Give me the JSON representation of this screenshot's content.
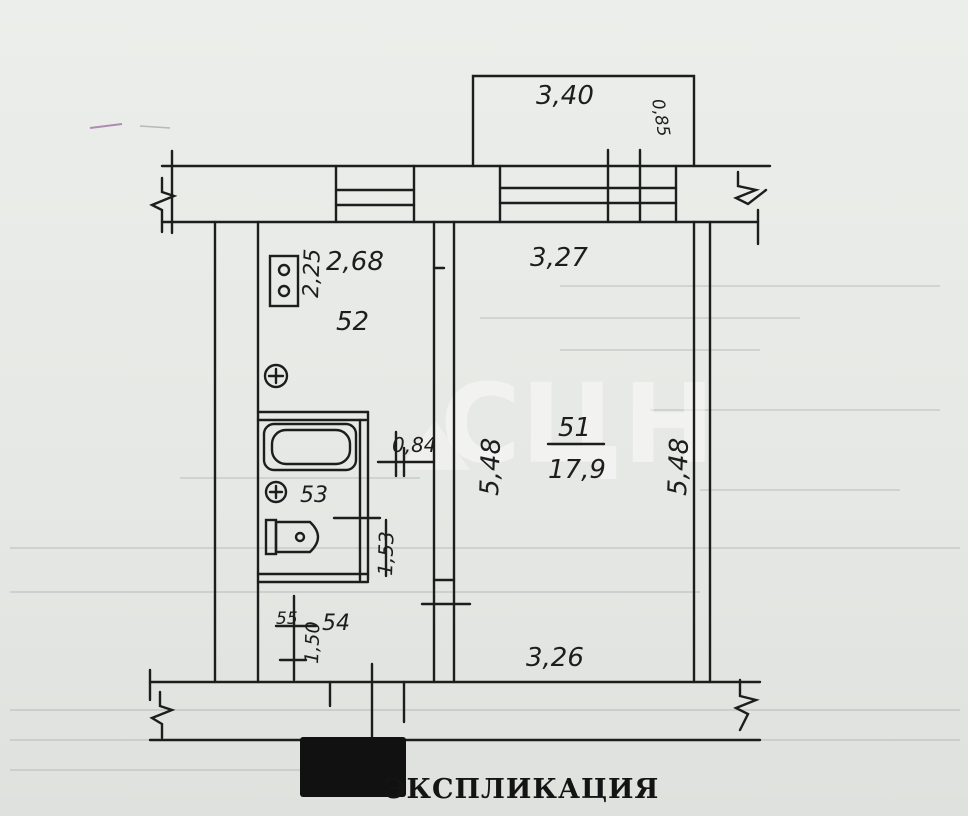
{
  "labels": {
    "balcony_width": "3,40",
    "balcony_depth": "0,85",
    "kitchen_width": "2,68",
    "kitchen_depth": "2,25",
    "kitchen_id": "52",
    "room_width_top": "3,27",
    "room_id": "51",
    "room_area": "17,9",
    "room_height_left": "5,48",
    "room_height_right": "5,48",
    "bath_depth": "0,84",
    "bath_id": "53",
    "bath_length": "1,53",
    "hall_id": "54",
    "hall_id_small": "55",
    "hall_length": "1,50",
    "room_width_bottom": "3,26"
  },
  "watermark": "СЦН",
  "heading": "ЭКСПЛИКАЦИЯ",
  "colors": {
    "ink": "#1d1d1d",
    "paper": "#e7e9e6"
  }
}
